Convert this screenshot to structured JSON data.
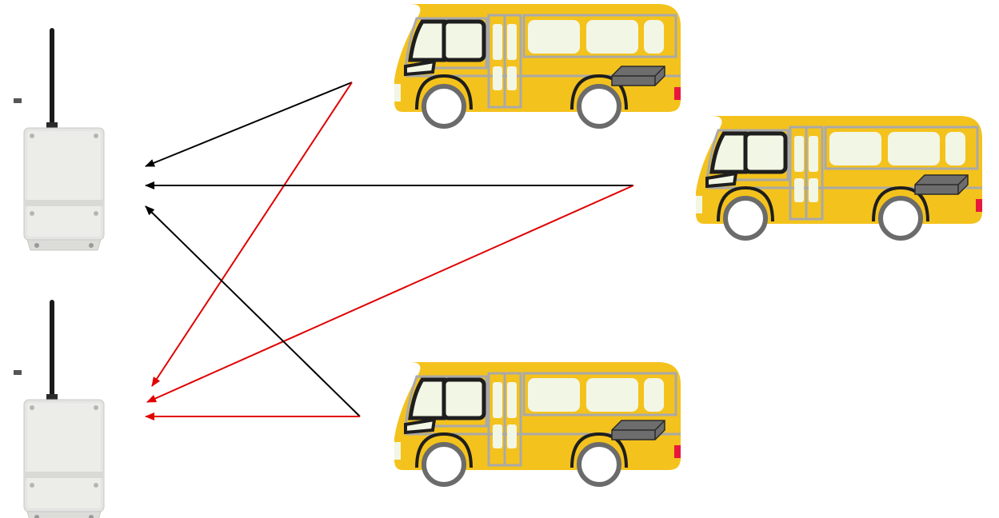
{
  "colors": {
    "background": "#ffffff",
    "bus_body": "#f4c21d",
    "bus_window": "#f2f6e4",
    "bus_outline": "#a9a9a9",
    "wheel": "#ffffff",
    "wheel_rim": "#6b6b6b",
    "device_box": "#6d6d6d",
    "gateway_enclosure": "#e6e6e4",
    "gateway_antenna": "#1a1a1a",
    "link_black": "#000000",
    "link_red": "#e00000"
  },
  "gateways": [
    {
      "id": "gateway-top",
      "icon": "wireless-gateway-icon"
    },
    {
      "id": "gateway-bottom",
      "icon": "wireless-gateway-icon"
    }
  ],
  "buses": [
    {
      "id": "bus-top",
      "icon": "bus-icon",
      "device_icon": "tracker-device-icon"
    },
    {
      "id": "bus-right",
      "icon": "bus-icon",
      "device_icon": "tracker-device-icon"
    },
    {
      "id": "bus-bottom",
      "icon": "bus-icon",
      "device_icon": "tracker-device-icon"
    }
  ],
  "links": [
    {
      "from": "bus-top",
      "to": "gateway-top",
      "color": "link_black"
    },
    {
      "from": "bus-top",
      "to": "gateway-bottom",
      "color": "link_red"
    },
    {
      "from": "bus-right",
      "to": "gateway-top",
      "color": "link_black"
    },
    {
      "from": "bus-right",
      "to": "gateway-bottom",
      "color": "link_red"
    },
    {
      "from": "bus-bottom",
      "to": "gateway-top",
      "color": "link_black"
    },
    {
      "from": "bus-bottom",
      "to": "gateway-bottom",
      "color": "link_red"
    }
  ]
}
